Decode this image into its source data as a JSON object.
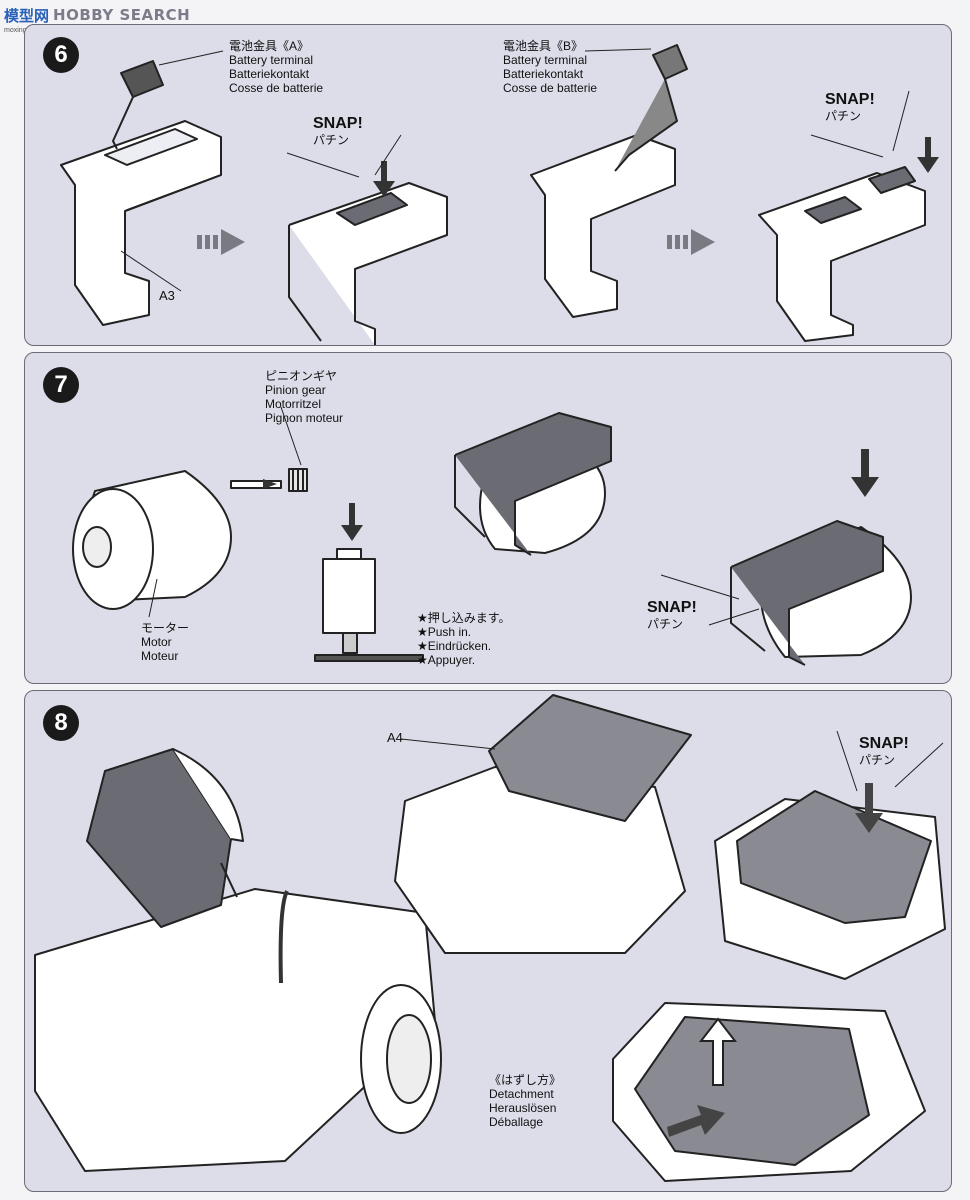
{
  "watermark": {
    "logo": "模型网",
    "text": "HOBBY SEARCH",
    "sub": "moxing.net"
  },
  "step6": {
    "number": "6",
    "terminal_a": [
      "電池金具《A》",
      "Battery terminal",
      "Batteriekontakt",
      "Cosse de batterie"
    ],
    "terminal_b": [
      "電池金具《B》",
      "Battery terminal",
      "Batteriekontakt",
      "Cosse de batterie"
    ],
    "part": "A3",
    "snap": "SNAP!",
    "snap_jp": "パチン"
  },
  "step7": {
    "number": "7",
    "pinion": [
      "ピニオンギヤ",
      "Pinion gear",
      "Motorritzel",
      "Pignon moteur"
    ],
    "motor": [
      "モーター",
      "Motor",
      "Moteur"
    ],
    "push": [
      "★押し込みます。",
      "★Push in.",
      "★Eindrücken.",
      "★Appuyer."
    ],
    "snap": "SNAP!",
    "snap_jp": "パチン"
  },
  "step8": {
    "number": "8",
    "part": "A4",
    "snap": "SNAP!",
    "snap_jp": "パチン",
    "detach": [
      "《はずし方》",
      "Detachment",
      "Herauslösen",
      "Déballage"
    ]
  }
}
